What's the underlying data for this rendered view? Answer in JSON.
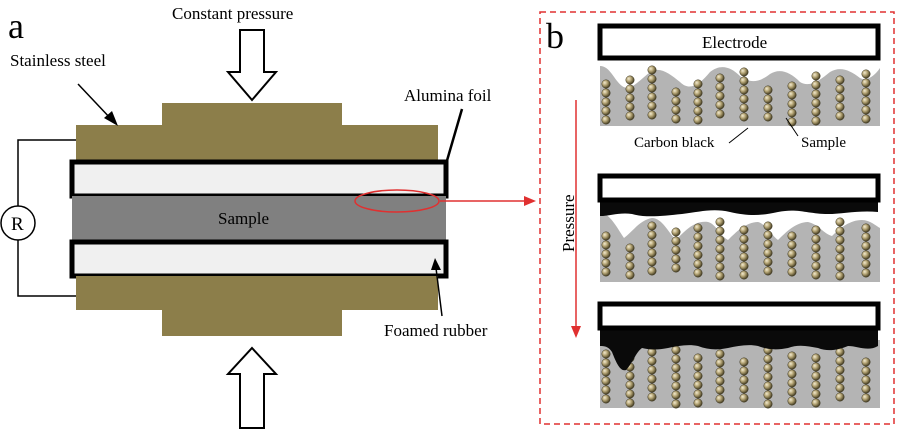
{
  "panels": {
    "a": {
      "letter": "a",
      "labels": {
        "constant_pressure": "Constant pressure",
        "stainless_steel": "Stainless steel",
        "alumina_foil": "Alumina foil",
        "sample": "Sample",
        "foamed_rubber": "Foamed rubber",
        "resistor": "R"
      }
    },
    "b": {
      "letter": "b",
      "labels": {
        "electrode": "Electrode",
        "carbon_black": "Carbon black",
        "sample": "Sample",
        "pressure": "Pressure"
      }
    }
  },
  "colors": {
    "steel": "#8c7e4a",
    "sample_gray": "#808080",
    "foil": "#f0f0f0",
    "arrow_red": "#e03030",
    "sample_light": "#b4b4b4",
    "particle": "#a89a6a"
  }
}
